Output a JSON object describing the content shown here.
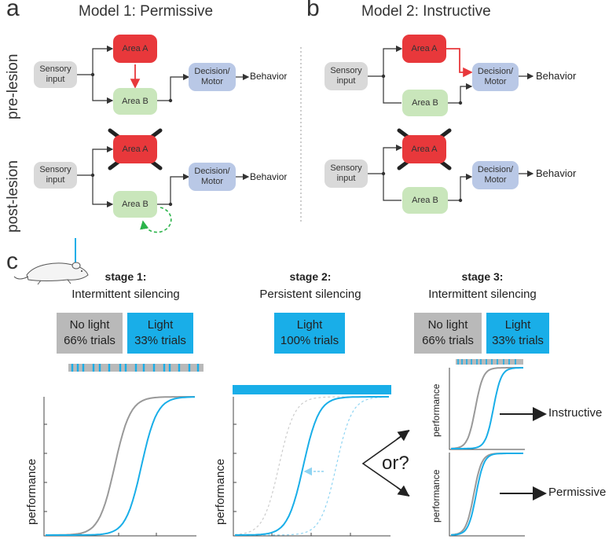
{
  "panel_a": {
    "letter": "a",
    "title": "Model 1: Permissive",
    "pre_label": "pre-lesion",
    "post_label": "post-lesion",
    "sensory_line1": "Sensory",
    "sensory_line2": "input",
    "area_a": "Area  A",
    "area_b": "Area B",
    "decision_line1": "Decision/",
    "decision_line2": "Motor",
    "behavior": "Behavior"
  },
  "panel_b": {
    "letter": "b",
    "title": "Model 2: Instructive",
    "sensory_line1": "Sensory",
    "sensory_line2": "input",
    "area_a": "Area  A",
    "area_b": "Area B",
    "decision_line1": "Decision/",
    "decision_line2": "Motor",
    "behavior": "Behavior"
  },
  "panel_c": {
    "letter": "c",
    "stage1": {
      "title": "stage 1:",
      "subtitle": "Intermittent silencing",
      "no_light_line1": "No light",
      "no_light_line2": "66% trials",
      "light_line1": "Light",
      "light_line2": "33% trials",
      "ylabel": "performance"
    },
    "stage2": {
      "title": "stage 2:",
      "subtitle": "Persistent silencing",
      "light_line1": "Light",
      "light_line2": "100% trials",
      "ylabel": "performance"
    },
    "stage3": {
      "title": "stage 3:",
      "subtitle": "Intermittent silencing",
      "no_light_line1": "No light",
      "no_light_line2": "66% trials",
      "light_line1": "Light",
      "light_line2": "33% trials",
      "ylabel_top": "performance",
      "ylabel_bottom": "performance",
      "or_text": "or?",
      "outcome_top": "Instructive",
      "outcome_bottom": "Permissive"
    }
  },
  "colors": {
    "area_a": "#e8383b",
    "area_b": "#c9e6bb",
    "decision": "#b9c8e6",
    "sensory": "#d9d9d9",
    "light": "#19aee8",
    "no_light": "#b9b9b9",
    "recovery_arrow": "#2bb44a"
  }
}
